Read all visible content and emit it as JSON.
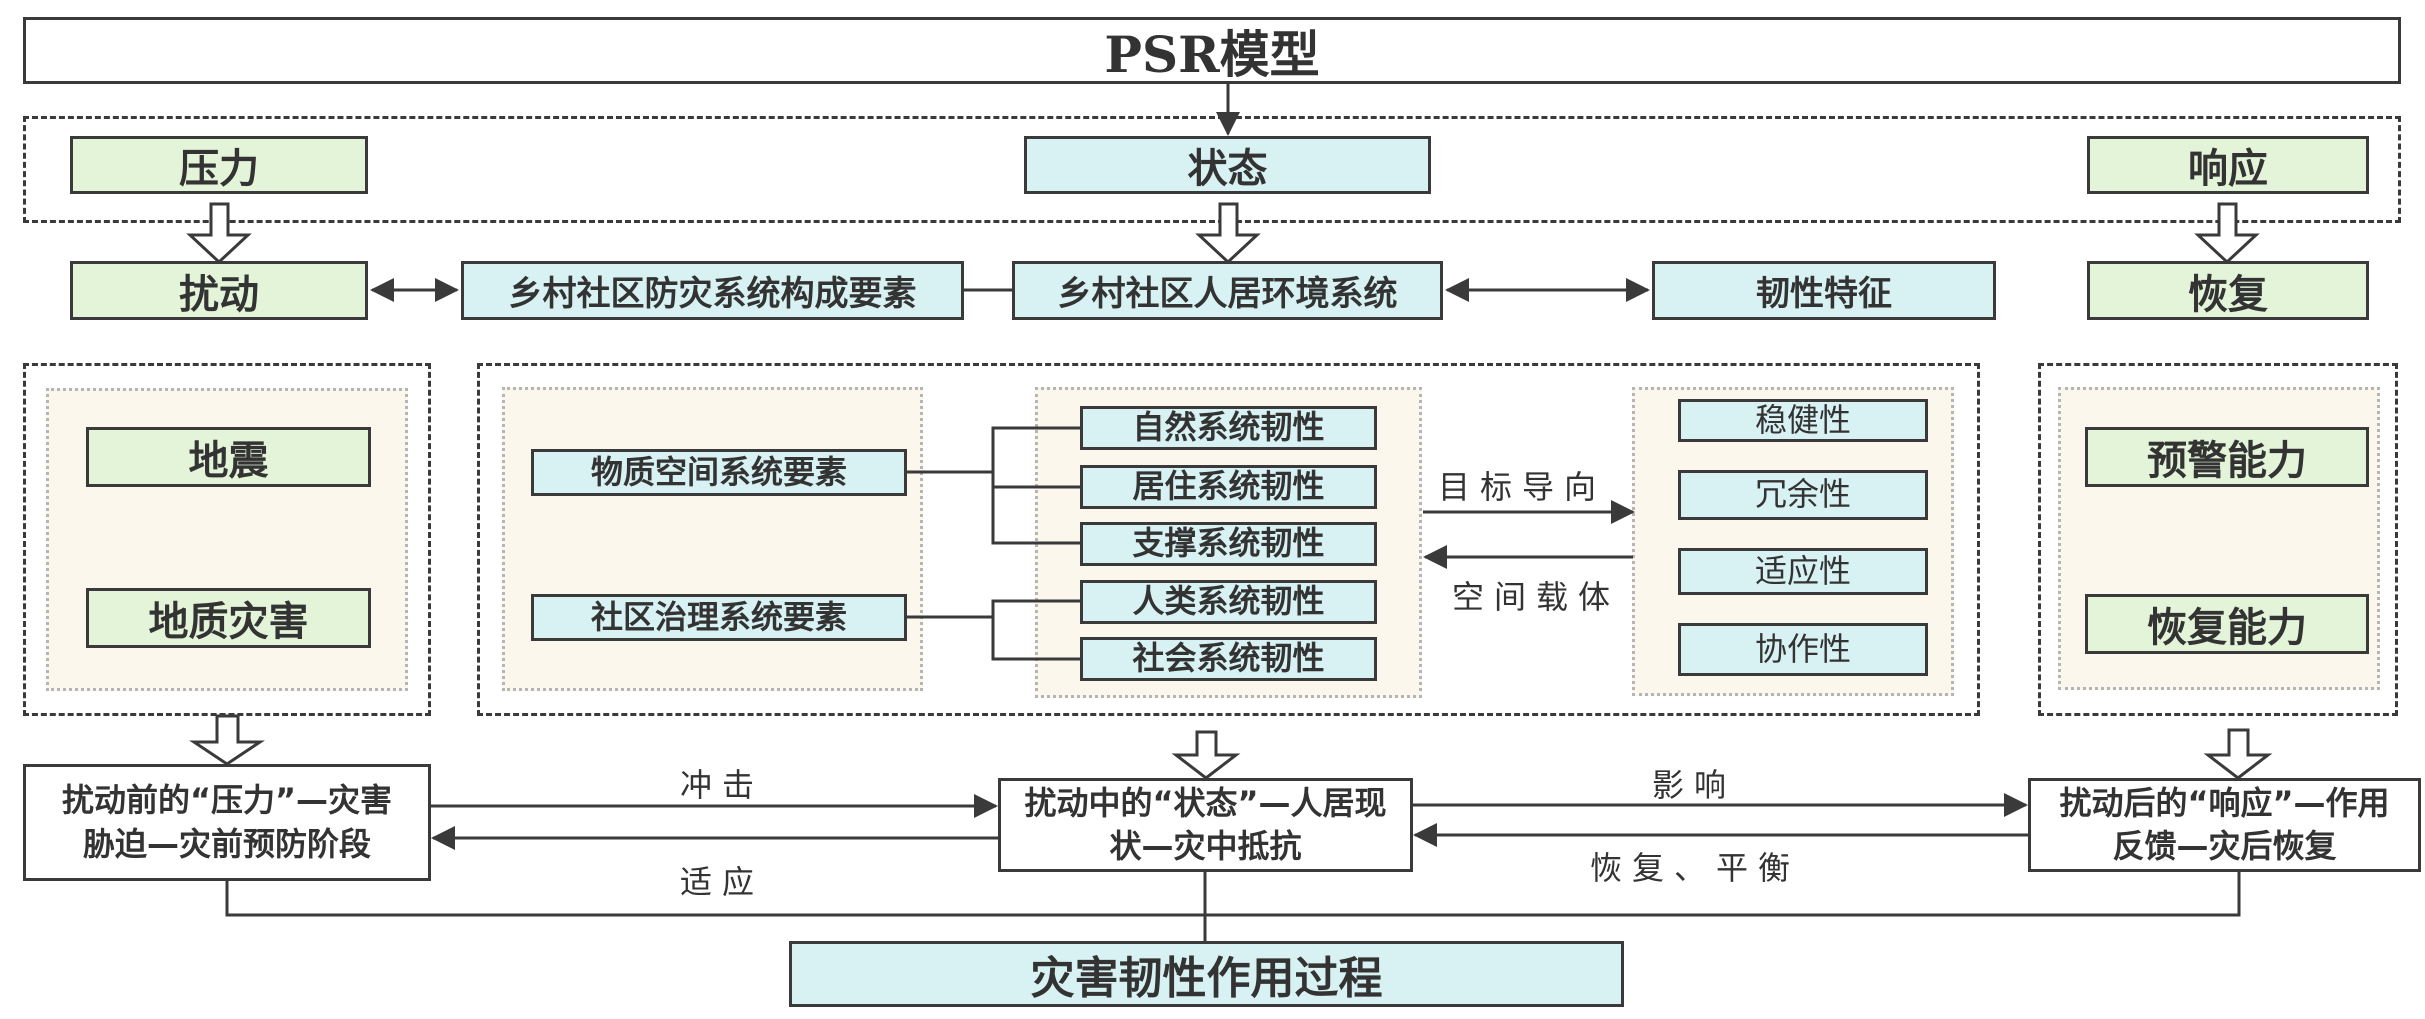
{
  "title": "PSR模型",
  "psr": {
    "pressure": "压力",
    "state": "状态",
    "response": "响应"
  },
  "second_row": {
    "disturbance": "扰动",
    "disaster_elements": "乡村社区防灾系统构成要素",
    "settlement_system": "乡村社区人居环境系统",
    "resilience_features": "韧性特征",
    "recovery": "恢复"
  },
  "left_panel": {
    "items": [
      "地震",
      "地质灾害"
    ]
  },
  "middle_panel": {
    "elements": [
      "物质空间系统要素",
      "社区治理系统要素"
    ],
    "resilience": [
      "自然系统韧性",
      "居住系统韧性",
      "支撑系统韧性",
      "人类系统韧性",
      "社会系统韧性"
    ],
    "arrow_forward": "目标导向",
    "arrow_back": "空间载体",
    "properties": [
      "稳健性",
      "冗余性",
      "适应性",
      "协作性"
    ]
  },
  "right_panel": {
    "items": [
      "预警能力",
      "恢复能力"
    ]
  },
  "process": {
    "before": "扰动前的“压力”—灾害胁迫—灾前预防阶段",
    "during": "扰动中的“状态”—人居现状—灾中抵抗",
    "after": "扰动后的“响应”—作用反馈—灾后恢复",
    "impact": "冲击",
    "adapt": "适应",
    "influence": "影响",
    "recover_balance": "恢复、平衡",
    "conclusion": "灾害韧性作用过程"
  },
  "colors": {
    "green_fill": "#e3f4d9",
    "cyan_fill": "#d8f2f4",
    "beige_fill": "#fbf7ec",
    "stroke": "#3a3a3a"
  }
}
